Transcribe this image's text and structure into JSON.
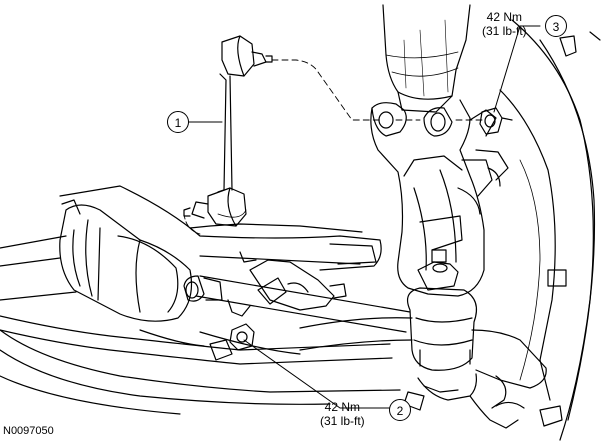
{
  "figure_id": "N0097050",
  "callouts": [
    {
      "number": "1"
    },
    {
      "number": "2",
      "torque_nm": "42 Nm",
      "torque_lbft": "(31 lb-ft)"
    },
    {
      "number": "3",
      "torque_nm": "42 Nm",
      "torque_lbft": "(31 lb-ft)"
    }
  ]
}
